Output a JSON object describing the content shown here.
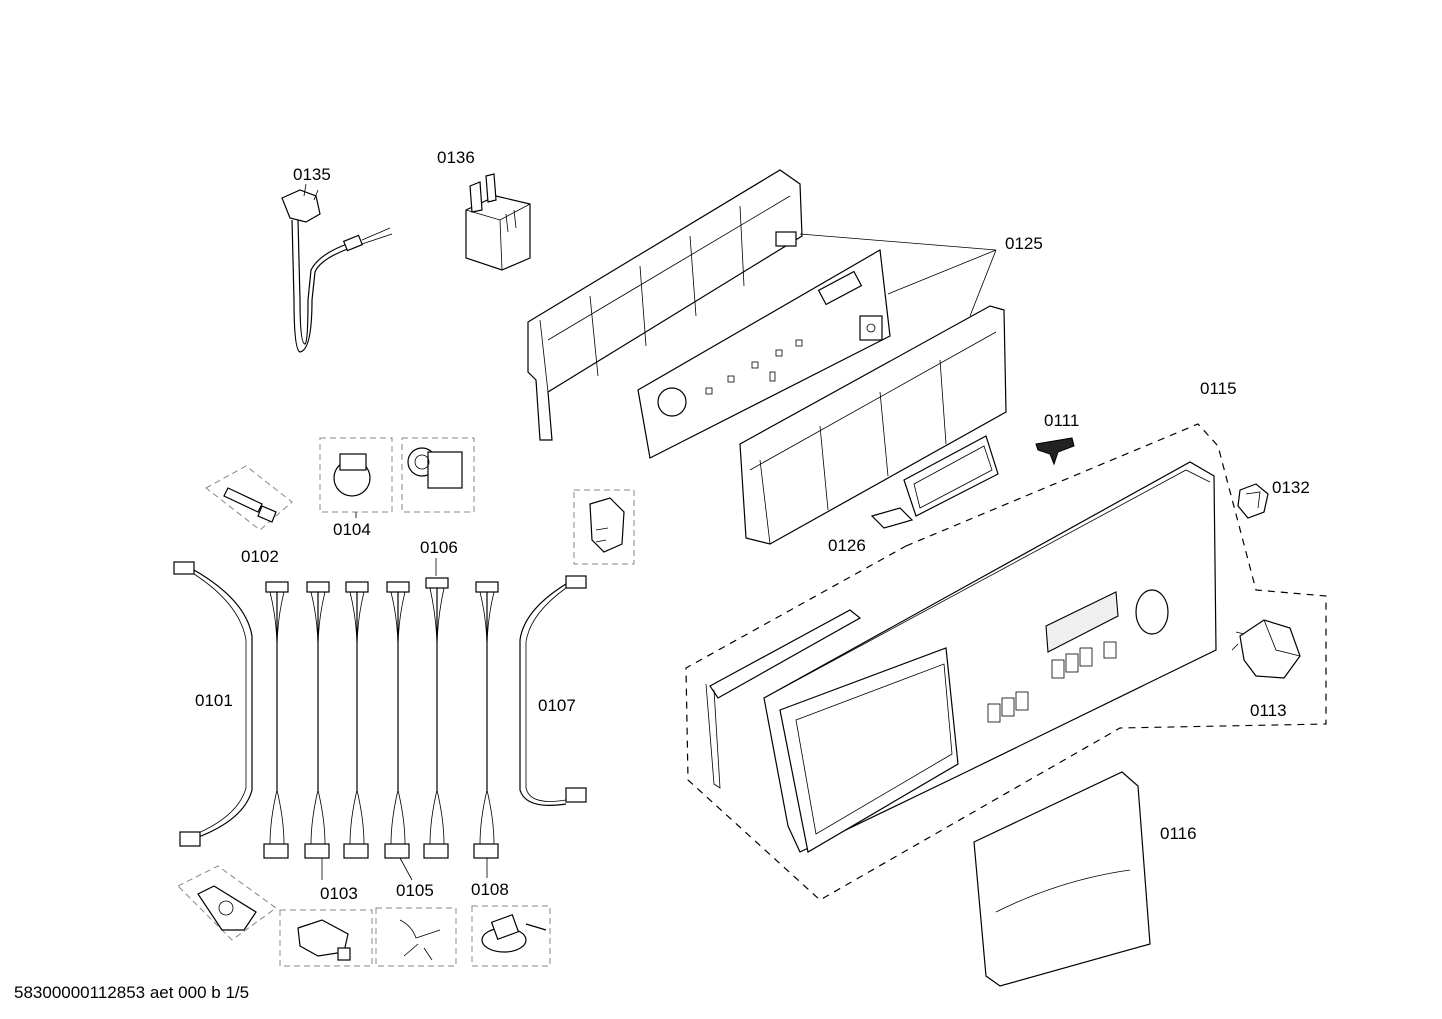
{
  "labels": {
    "p0135": "0135",
    "p0136": "0136",
    "p0125": "0125",
    "p0115": "0115",
    "p0111": "0111",
    "p0132": "0132",
    "p0126": "0126",
    "p0113": "0113",
    "p0116": "0116",
    "p0102": "0102",
    "p0104": "0104",
    "p0106": "0106",
    "p0101": "0101",
    "p0107": "0107",
    "p0103": "0103",
    "p0105": "0105",
    "p0108": "0108"
  },
  "footer": "58300000112853 aet 000 b 1/5"
}
